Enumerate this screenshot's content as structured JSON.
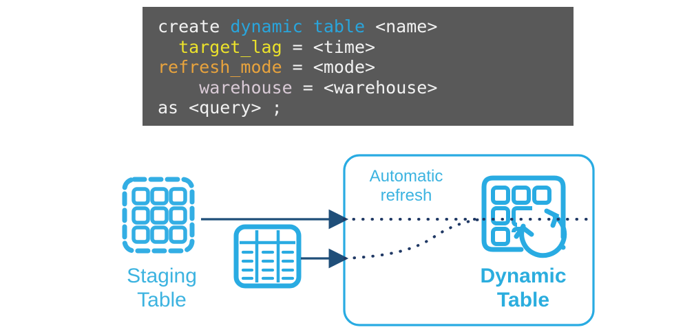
{
  "code": {
    "background": "#595959",
    "lines": [
      {
        "indent": "",
        "tokens": [
          {
            "text": "create ",
            "color": "plain"
          },
          {
            "text": "dynamic table",
            "color": "cyan"
          },
          {
            "text": " <name>",
            "color": "plain"
          }
        ]
      },
      {
        "indent": "  ",
        "tokens": [
          {
            "text": "target_lag",
            "color": "yellow"
          },
          {
            "text": " = <time>",
            "color": "plain"
          }
        ]
      },
      {
        "indent": "",
        "tokens": [
          {
            "text": "refresh_mode",
            "color": "orange"
          },
          {
            "text": " = <mode>",
            "color": "plain"
          }
        ]
      },
      {
        "indent": "    ",
        "tokens": [
          {
            "text": "warehouse",
            "color": "mauve"
          },
          {
            "text": " = <warehouse>",
            "color": "plain"
          }
        ]
      },
      {
        "indent": "",
        "tokens": [
          {
            "text": "as <query> ;",
            "color": "plain"
          }
        ]
      }
    ],
    "plain_text": "create dynamic table <name>\n  target_lag = <time>\nrefresh_mode = <mode>\n    warehouse = <warehouse>\nas <query> ;"
  },
  "diagram": {
    "labels": {
      "staging_table": "Staging\nTable",
      "automatic_refresh": "Automatic\nrefresh",
      "dynamic_table": "Dynamic\nTable"
    },
    "icons": {
      "staging_table": "dashed-grid-table-icon",
      "intermediate_table": "columned-table-icon",
      "dynamic_table": "grid-table-refresh-icon",
      "arrow_top": "arrow-right-icon",
      "arrow_bottom": "arrow-right-icon",
      "dotted_flow_top": "dotted-line",
      "dotted_flow_curve": "dotted-curve"
    },
    "colors": {
      "accent_blue": "#29ABE2",
      "light_blue": "#3cb3e0",
      "arrow_navy": "#1f4e79",
      "dot_navy": "#1f3864",
      "box_border": "#29ABE2",
      "code_bg": "#595959"
    }
  }
}
